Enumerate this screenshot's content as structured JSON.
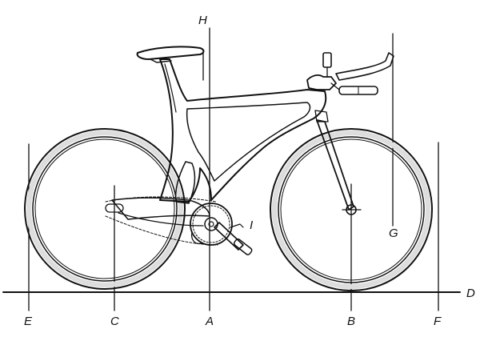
{
  "labels": {
    "A": "A",
    "B": "B",
    "C": "C",
    "D": "D",
    "E": "E",
    "F": "F",
    "G": "G",
    "H": "H",
    "I": "I"
  },
  "colors": {
    "ink": "#111111",
    "background": "#ffffff",
    "tire": "#dddddd"
  }
}
